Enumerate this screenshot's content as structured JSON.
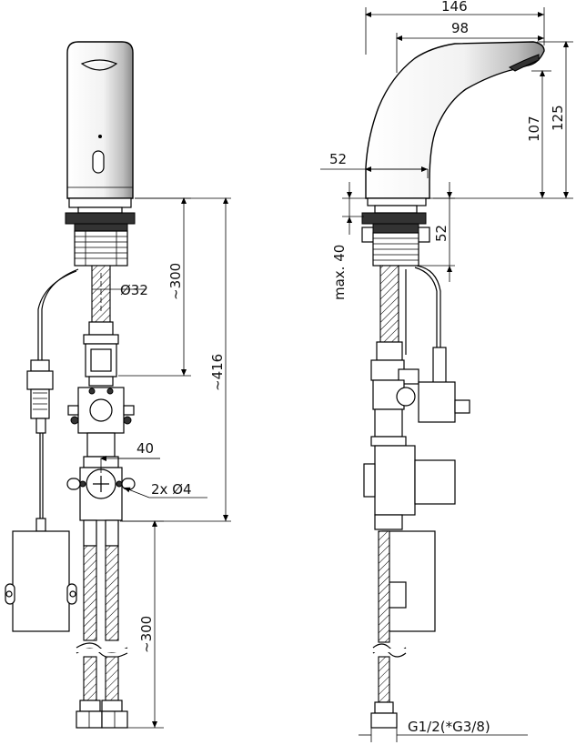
{
  "dimensions": {
    "width_146": "146",
    "width_98": "98",
    "height_125": "125",
    "height_107": "107",
    "offset_52_h": "52",
    "offset_52_v": "52",
    "max_40": "max. 40",
    "hose_300_top": "~300",
    "diameter_32": "Ø32",
    "total_416": "~416",
    "width_40": "40",
    "holes": "2x Ø4",
    "hose_300_bottom": "~300",
    "thread": "G1/2(*G3/8)"
  }
}
